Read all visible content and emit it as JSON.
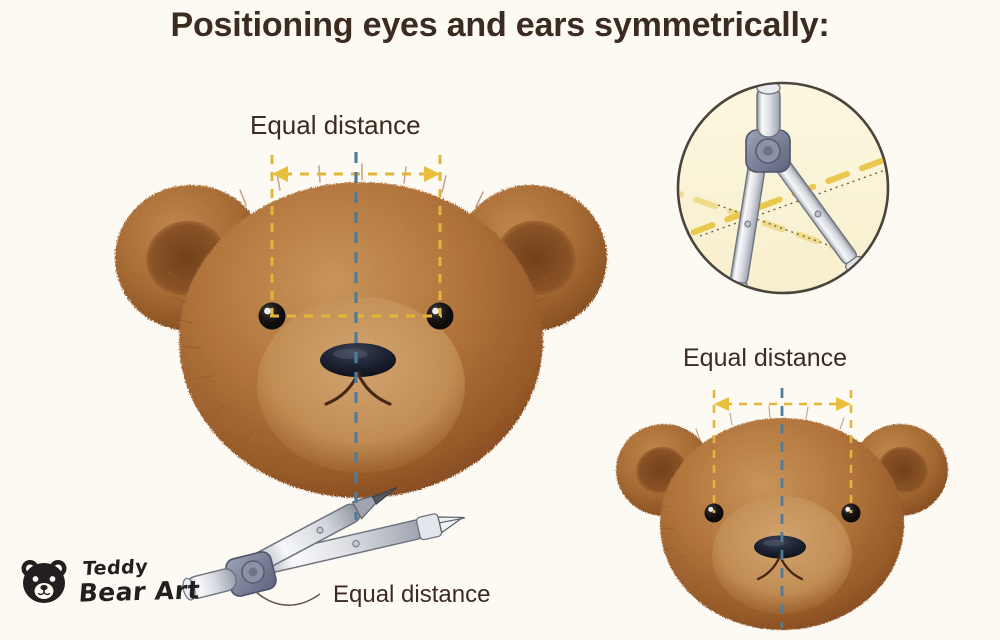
{
  "page": {
    "title": "Positioning eyes and ears symmetrically:",
    "background_color": "#FDFAF4",
    "text_color": "#3B2B20"
  },
  "colors": {
    "guide_yellow": "#E3B63A",
    "center_blue": "#4E7C9C",
    "fur_brown": "#B3763C",
    "fur_brown_dark": "#8E5529",
    "fur_light": "#D6A470",
    "muzzle": "#C79458",
    "eye_black": "#14100E",
    "nose_dark": "#1D2233",
    "inset_fill": "#FAF3D8",
    "inset_stroke": "#4A443C",
    "metal_light": "#F2F2F2",
    "metal_mid": "#C9CBD2",
    "metal_dark": "#7E8392",
    "metal_blue": "#7C849E"
  },
  "annotations": {
    "main_bear_label": "Equal distance",
    "small_bear_label": "Equal distance",
    "compass_label": "Equal distance"
  },
  "figures": {
    "main_bear": {
      "name": "teddy-bear-head-large"
    },
    "small_bear": {
      "name": "teddy-bear-head-small"
    },
    "compass_inset": {
      "name": "compass-circle-inset"
    },
    "compass_bottom": {
      "name": "compass-illustration"
    }
  },
  "logo": {
    "line1": "Teddy",
    "line2": "Bear Art",
    "icon": "bear-head-icon"
  }
}
